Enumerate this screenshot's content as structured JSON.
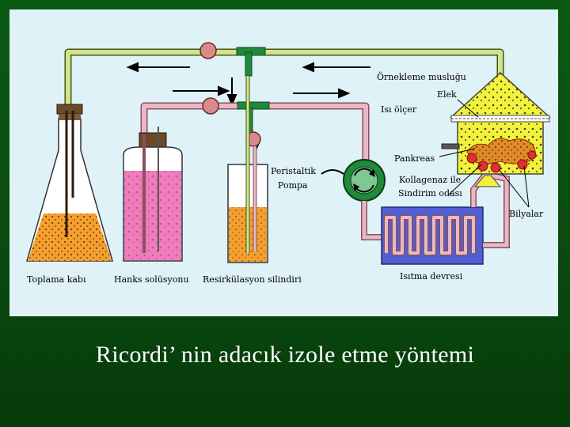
{
  "diagram": {
    "labels": {
      "sampling_valve": "Örnekleme musluğu",
      "sieve": "Elek",
      "thermometer": "Isı ölçer",
      "pancreas": "Pankreas",
      "peristaltic_pump": "Peristaltik Pompa",
      "digestion_chamber": "Kollagenaz ile Sindirim odası",
      "beads": "Bilyalar",
      "collection_vessel": "Toplama kabı",
      "hanks_solution": "Hanks solüsyonu",
      "recirculation_cylinder": "Resirkülasyon silindiri",
      "heating_circuit": "Isıtma devresi"
    },
    "colors": {
      "panel_bg": "#dff2f7",
      "slide_bg": "#0a4f12",
      "tube_yellow": "#d7e08a",
      "tube_pink": "#e8b9c4",
      "valve": "#d98a8a",
      "chamber": "#f2f23c",
      "heater_box": "#5060d0",
      "collection_liquid": "#f3a030",
      "hanks_liquid": "#f07bbd",
      "stopper": "#6b4a2a",
      "tube_green": "#1f8a3a"
    }
  },
  "caption": "Ricordi’ nin adacık izole etme yöntemi"
}
